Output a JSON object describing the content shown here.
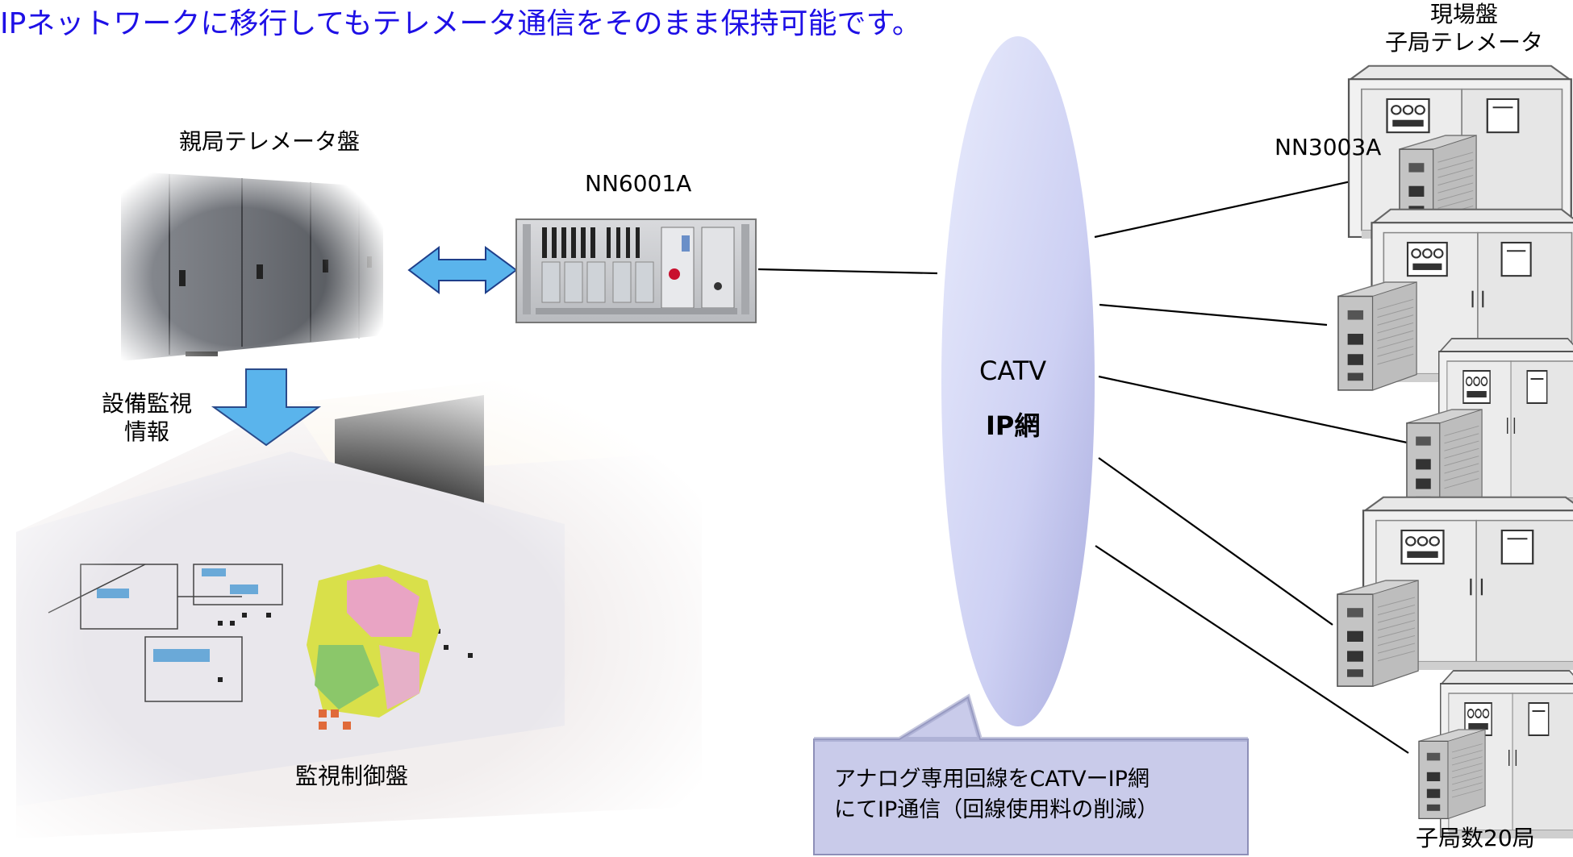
{
  "headline": "IPネットワークに移行してもテレメータ通信をそのまま保持可能です。",
  "labels": {
    "parent_panel": "親局テレメータ盤",
    "nn6001a": "NN6001A",
    "equipment_info_line1": "設備監視",
    "equipment_info_line2": "情報",
    "monitor_panel": "監視制御盤",
    "field_panel_line1": "現場盤",
    "field_panel_line2": "子局テレメータ",
    "nn3003a": "NN3003A",
    "catv": "CATV",
    "ip_network": "IP網",
    "sub_station_count": "子局数20局"
  },
  "callout": {
    "line1": "アナログ専用回線をCATVーIP網",
    "line2": "にてIP通信（回線使用料の削減）"
  },
  "colors": {
    "headline": "#1e10e6",
    "arrow_fill": "#5ab4ec",
    "ellipse_light": "#e2e6fb",
    "ellipse_dark": "#b3b6e6",
    "callout_fill": "#c9cbea"
  }
}
